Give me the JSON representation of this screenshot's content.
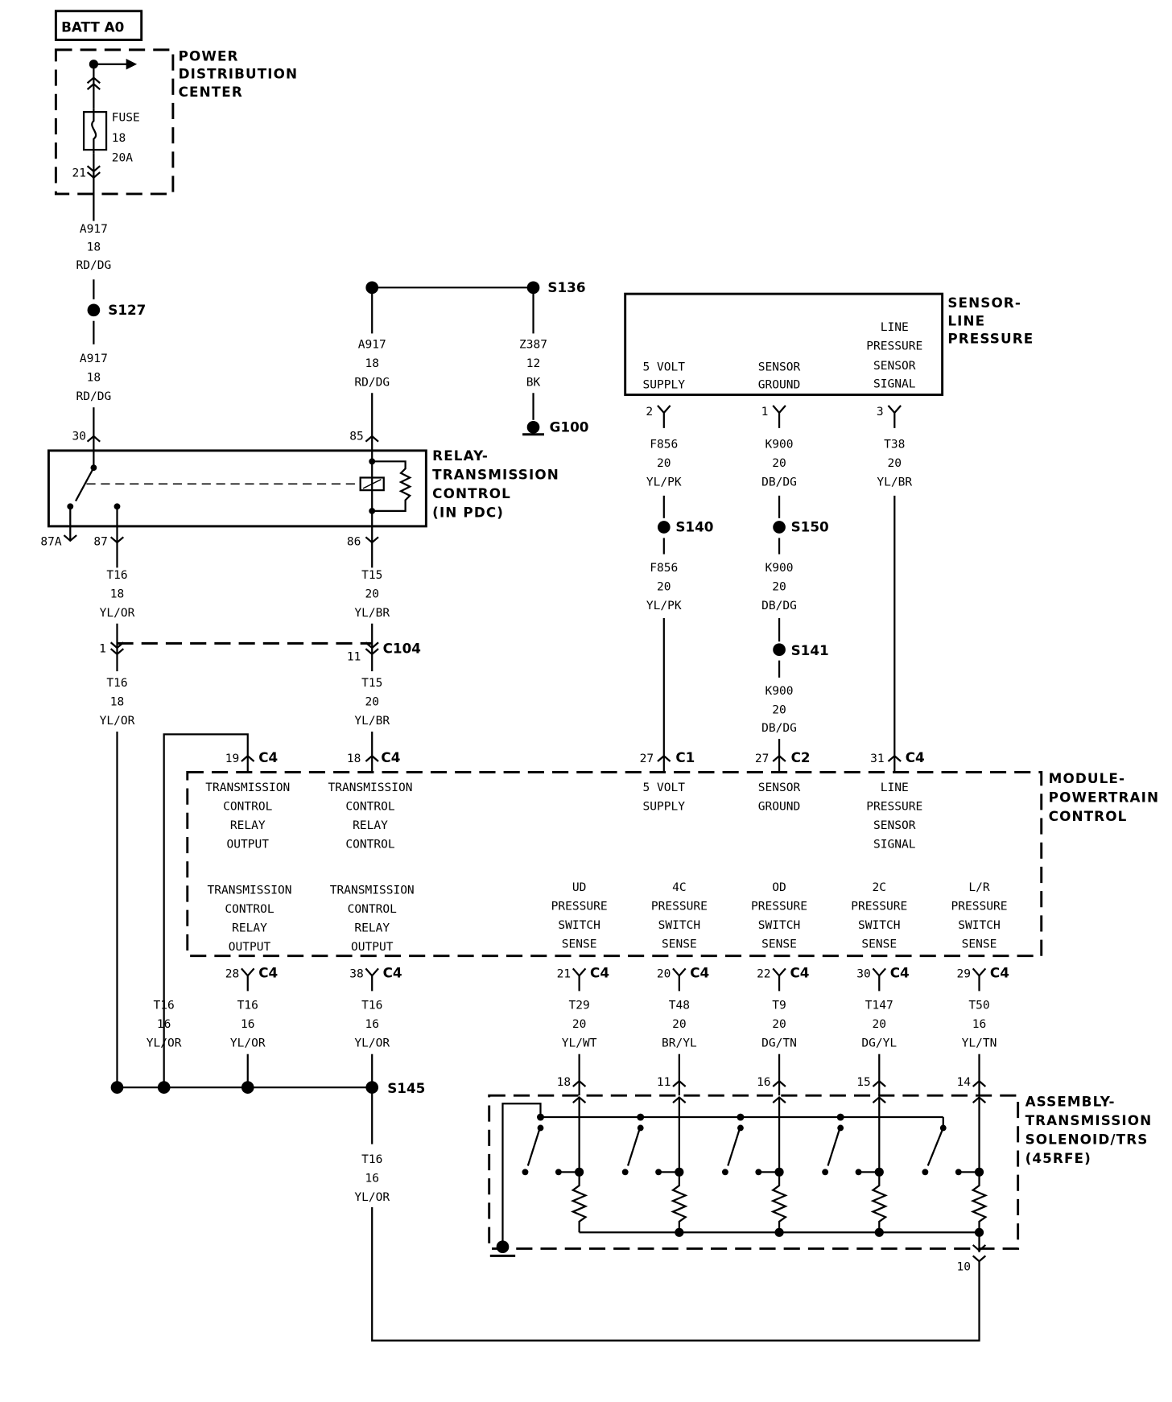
{
  "diagram": {
    "power": {
      "batt": "BATT A0",
      "pdc_title": [
        "POWER",
        "DISTRIBUTION",
        "CENTER"
      ],
      "fuse": [
        "FUSE",
        "18",
        "20A"
      ],
      "fuse_pin": "21"
    },
    "wires": {
      "a917_top": [
        "A917",
        "18",
        "RD/DG"
      ],
      "a917_mid": [
        "A917",
        "18",
        "RD/DG"
      ],
      "a917_relay": [
        "A917",
        "18",
        "RD/DG"
      ],
      "z387": [
        "Z387",
        "12",
        "BK"
      ],
      "t16_87": [
        "T16",
        "18",
        "YL/OR"
      ],
      "t15_86": [
        "T15",
        "20",
        "YL/BR"
      ],
      "t16_c104": [
        "T16",
        "18",
        "YL/OR"
      ],
      "t15_c104": [
        "T15",
        "20",
        "YL/BR"
      ],
      "f856_a": [
        "F856",
        "20",
        "YL/PK"
      ],
      "f856_b": [
        "F856",
        "20",
        "YL/PK"
      ],
      "k900_a": [
        "K900",
        "20",
        "DB/DG"
      ],
      "k900_b": [
        "K900",
        "20",
        "DB/DG"
      ],
      "k900_c": [
        "K900",
        "20",
        "DB/DG"
      ],
      "t38": [
        "T38",
        "20",
        "YL/BR"
      ],
      "t16_left": [
        "T16",
        "16",
        "YL/OR"
      ],
      "t16_28": [
        "T16",
        "16",
        "YL/OR"
      ],
      "t16_38": [
        "T16",
        "16",
        "YL/OR"
      ],
      "t16_s145": [
        "T16",
        "16",
        "YL/OR"
      ],
      "t29": [
        "T29",
        "20",
        "YL/WT"
      ],
      "t48": [
        "T48",
        "20",
        "BR/YL"
      ],
      "t9": [
        "T9",
        "20",
        "DG/TN"
      ],
      "t147": [
        "T147",
        "20",
        "DG/YL"
      ],
      "t50": [
        "T50",
        "16",
        "YL/TN"
      ]
    },
    "splices": {
      "s127": "S127",
      "s136": "S136",
      "g100": "G100",
      "s140": "S140",
      "s150": "S150",
      "s141": "S141",
      "s145": "S145",
      "c104": "C104"
    },
    "relay": {
      "title": [
        "RELAY-",
        "TRANSMISSION",
        "CONTROL",
        "(IN PDC)"
      ],
      "pin30": "30",
      "pin85": "85",
      "pin87a": "87A",
      "pin87": "87",
      "pin86": "86"
    },
    "c104_pins": {
      "left": "1",
      "right": "11"
    },
    "sensor": {
      "title": [
        "SENSOR-",
        "LINE",
        "PRESSURE"
      ],
      "supply": [
        "5 VOLT",
        "SUPPLY"
      ],
      "ground": [
        "SENSOR",
        "GROUND"
      ],
      "signal": [
        "LINE",
        "PRESSURE",
        "SENSOR",
        "SIGNAL"
      ],
      "pins": [
        "2",
        "1",
        "3"
      ]
    },
    "pcm": {
      "title": [
        "MODULE-",
        "POWERTRAIN",
        "CONTROL"
      ],
      "top_pins": [
        {
          "num": "19",
          "conn": "C4"
        },
        {
          "num": "18",
          "conn": "C4"
        },
        {
          "num": "27",
          "conn": "C1"
        },
        {
          "num": "27",
          "conn": "C2"
        },
        {
          "num": "31",
          "conn": "C4"
        }
      ],
      "top_labels": [
        [
          "TRANSMISSION",
          "CONTROL",
          "RELAY",
          "OUTPUT"
        ],
        [
          "TRANSMISSION",
          "CONTROL",
          "RELAY",
          "CONTROL"
        ],
        [
          "5 VOLT",
          "SUPPLY"
        ],
        [
          "SENSOR",
          "GROUND"
        ],
        [
          "LINE",
          "PRESSURE",
          "SENSOR",
          "SIGNAL"
        ]
      ],
      "bottom_labels": [
        [
          "TRANSMISSION",
          "CONTROL",
          "RELAY",
          "OUTPUT"
        ],
        [
          "TRANSMISSION",
          "CONTROL",
          "RELAY",
          "OUTPUT"
        ],
        [
          "UD",
          "PRESSURE",
          "SWITCH",
          "SENSE"
        ],
        [
          "4C",
          "PRESSURE",
          "SWITCH",
          "SENSE"
        ],
        [
          "OD",
          "PRESSURE",
          "SWITCH",
          "SENSE"
        ],
        [
          "2C",
          "PRESSURE",
          "SWITCH",
          "SENSE"
        ],
        [
          "L/R",
          "PRESSURE",
          "SWITCH",
          "SENSE"
        ]
      ],
      "bottom_pins": [
        {
          "num": "28",
          "conn": "C4"
        },
        {
          "num": "38",
          "conn": "C4"
        },
        {
          "num": "21",
          "conn": "C4"
        },
        {
          "num": "20",
          "conn": "C4"
        },
        {
          "num": "22",
          "conn": "C4"
        },
        {
          "num": "30",
          "conn": "C4"
        },
        {
          "num": "29",
          "conn": "C4"
        }
      ]
    },
    "solenoid": {
      "title": [
        "ASSEMBLY-",
        "TRANSMISSION",
        "SOLENOID/TRS",
        "(45RFE)"
      ],
      "pins": [
        "18",
        "11",
        "16",
        "15",
        "14"
      ],
      "ground_pin": "10"
    }
  }
}
